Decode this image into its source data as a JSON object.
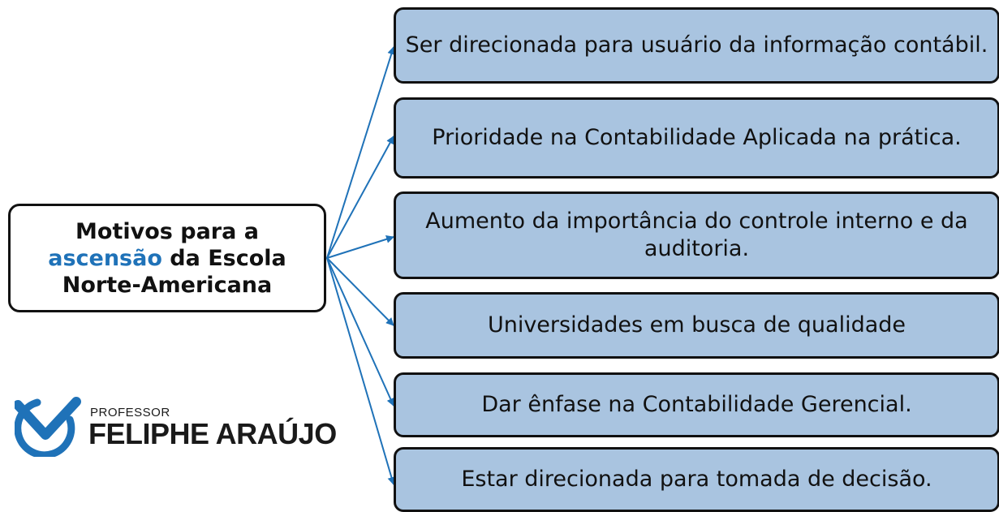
{
  "central": {
    "line1": "Motivos para a",
    "line2_accent": "ascensão",
    "line2_rest": " da Escola",
    "line3": "Norte-Americana"
  },
  "items": [
    "Ser direcionada para usuário da informação contábil.",
    "Prioridade na Contabilidade Aplicada na prática.",
    "Aumento da importância do controle interno e da auditoria.",
    "Universidades em busca de qualidade",
    "Dar ênfase na Contabilidade Gerencial.",
    "Estar direcionada para tomada de decisão."
  ],
  "logo": {
    "small": "PROFESSOR",
    "big": "FELIPHE ARAÚJO"
  },
  "colors": {
    "accent": "#1f72b8",
    "box_fill": "#a9c4e0",
    "connector": "#1f72b8"
  }
}
